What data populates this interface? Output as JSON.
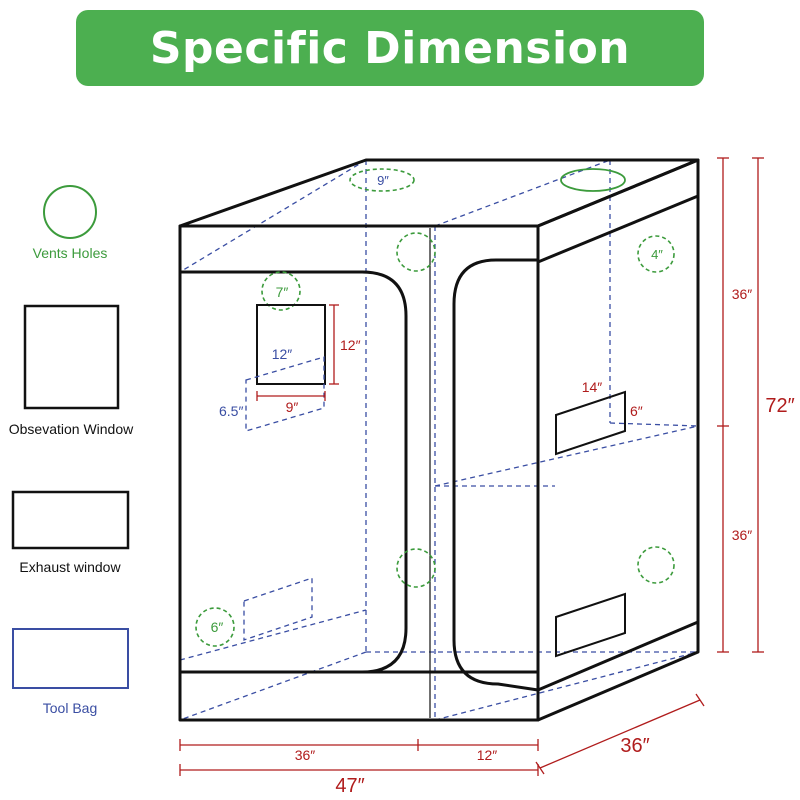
{
  "title": "Specific Dimension",
  "legend": {
    "vents_holes": "Vents Holes",
    "observation_window": "Obsevation Window",
    "exhaust_window": "Exhaust window",
    "tool_bag": "Tool Bag"
  },
  "dimensions": {
    "top_vent_left": "9″",
    "right_vent": "4″",
    "door_vent": "7″",
    "bottom_vent": "6″",
    "obs_height": "12″",
    "obs_width": "9″",
    "toolbag_width": "12″",
    "toolbag_height": "6.5″",
    "exhaust_width": "14″",
    "exhaust_height": "6″",
    "upper_height": "36″",
    "lower_height": "36″",
    "total_height": "72″",
    "front_left_width": "36″",
    "front_right_width": "12″",
    "total_width": "47″",
    "depth": "36″"
  },
  "colors": {
    "banner": "#4caf50",
    "green": "#3c9b3c",
    "red": "#b01c1c",
    "blue": "#3a4ea3"
  }
}
